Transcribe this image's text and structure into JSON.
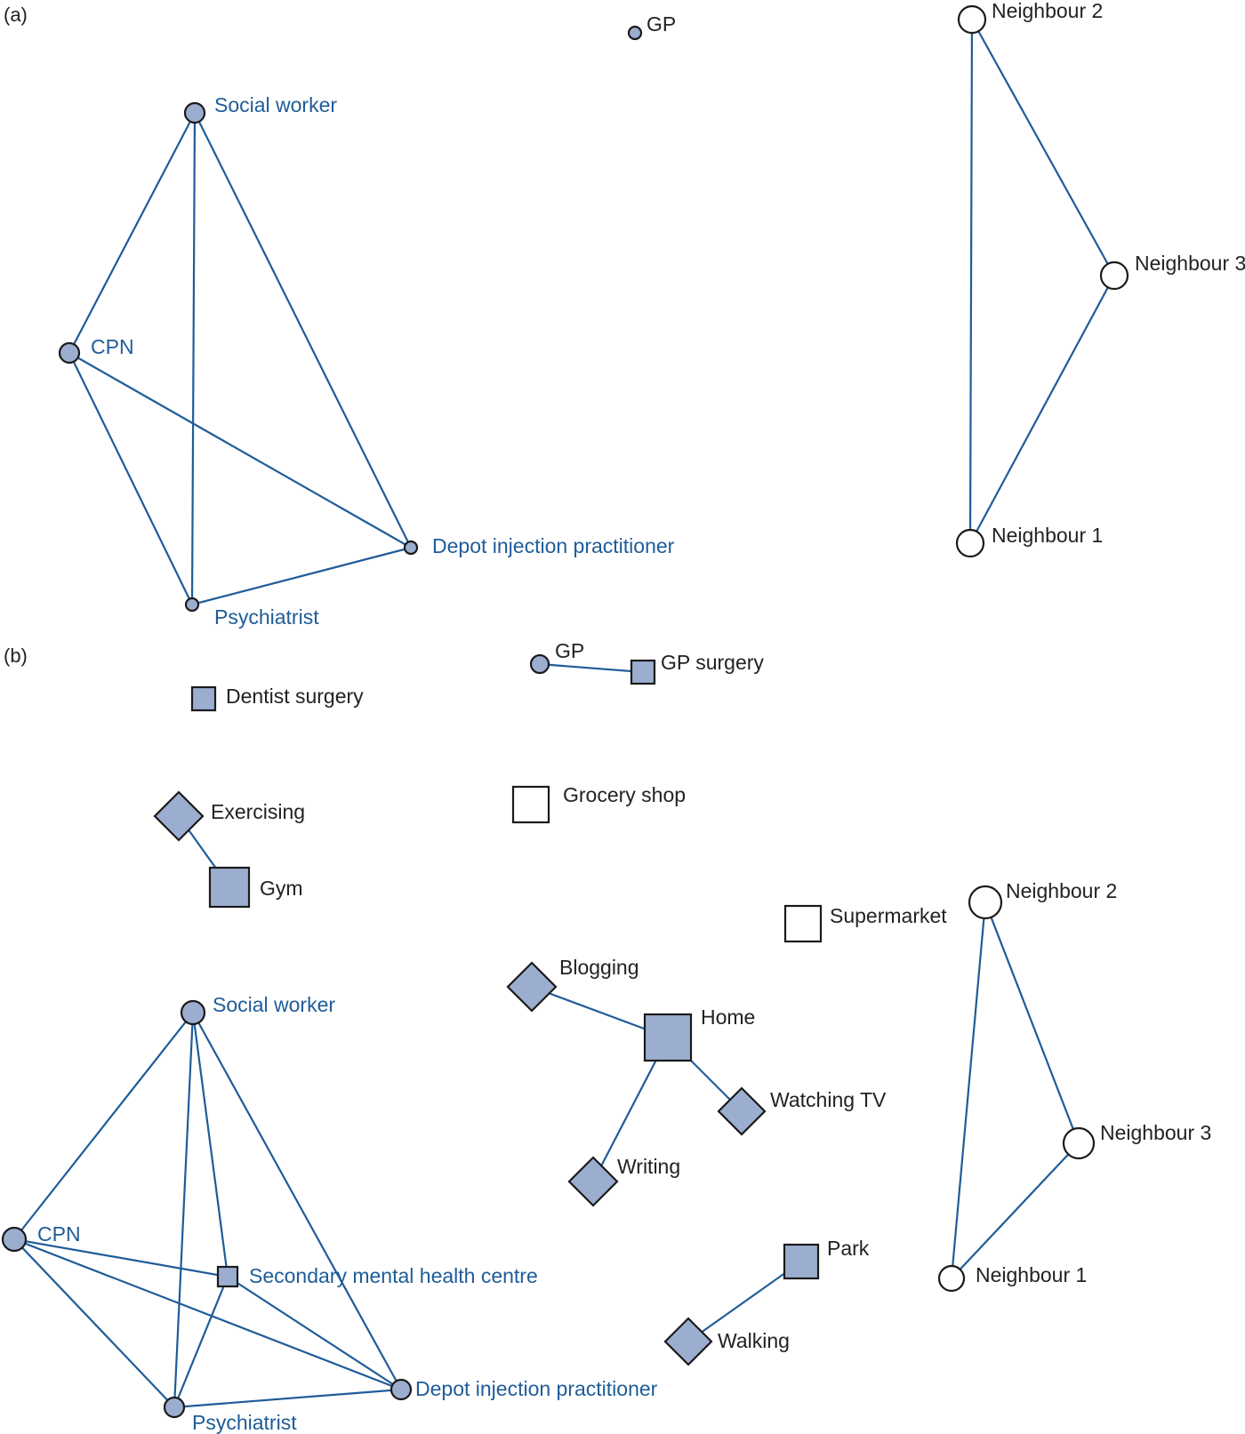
{
  "panels": [
    {
      "key": "a",
      "label": "(a)",
      "nodes": [
        {
          "id": "gp",
          "label": "GP",
          "shape": "circle",
          "fill": "blue",
          "text": "black"
        },
        {
          "id": "social_worker",
          "label": "Social worker",
          "shape": "circle",
          "fill": "blue",
          "text": "blue"
        },
        {
          "id": "cpn",
          "label": "CPN",
          "shape": "circle",
          "fill": "blue",
          "text": "blue"
        },
        {
          "id": "depot",
          "label": "Depot injection practitioner",
          "shape": "circle",
          "fill": "blue",
          "text": "blue"
        },
        {
          "id": "psychiatrist",
          "label": "Psychiatrist",
          "shape": "circle",
          "fill": "blue",
          "text": "blue"
        },
        {
          "id": "neighbour2",
          "label": "Neighbour 2",
          "shape": "circle",
          "fill": "white",
          "text": "black"
        },
        {
          "id": "neighbour3",
          "label": "Neighbour 3",
          "shape": "circle",
          "fill": "white",
          "text": "black"
        },
        {
          "id": "neighbour1",
          "label": "Neighbour 1",
          "shape": "circle",
          "fill": "white",
          "text": "black"
        }
      ],
      "edges": [
        [
          "social_worker",
          "cpn"
        ],
        [
          "social_worker",
          "psychiatrist"
        ],
        [
          "social_worker",
          "depot"
        ],
        [
          "cpn",
          "depot"
        ],
        [
          "cpn",
          "psychiatrist"
        ],
        [
          "psychiatrist",
          "depot"
        ],
        [
          "neighbour2",
          "neighbour3"
        ],
        [
          "neighbour2",
          "neighbour1"
        ],
        [
          "neighbour3",
          "neighbour1"
        ]
      ]
    },
    {
      "key": "b",
      "label": "(b)",
      "nodes": [
        {
          "id": "gp",
          "label": "GP",
          "shape": "circle",
          "fill": "blue",
          "text": "black"
        },
        {
          "id": "gp_surgery",
          "label": "GP surgery",
          "shape": "square",
          "fill": "blue",
          "text": "black"
        },
        {
          "id": "dentist",
          "label": "Dentist surgery",
          "shape": "square",
          "fill": "blue",
          "text": "black"
        },
        {
          "id": "grocery",
          "label": "Grocery shop",
          "shape": "square",
          "fill": "white",
          "text": "black"
        },
        {
          "id": "exercising",
          "label": "Exercising",
          "shape": "diamond",
          "fill": "blue",
          "text": "black"
        },
        {
          "id": "gym",
          "label": "Gym",
          "shape": "square",
          "fill": "blue",
          "text": "black"
        },
        {
          "id": "supermarket",
          "label": "Supermarket",
          "shape": "square",
          "fill": "white",
          "text": "black"
        },
        {
          "id": "neighbour2",
          "label": "Neighbour 2",
          "shape": "circle",
          "fill": "white",
          "text": "black"
        },
        {
          "id": "neighbour3",
          "label": "Neighbour 3",
          "shape": "circle",
          "fill": "white",
          "text": "black"
        },
        {
          "id": "neighbour1",
          "label": "Neighbour 1",
          "shape": "circle",
          "fill": "white",
          "text": "black"
        },
        {
          "id": "blogging",
          "label": "Blogging",
          "shape": "diamond",
          "fill": "blue",
          "text": "black"
        },
        {
          "id": "home",
          "label": "Home",
          "shape": "square",
          "fill": "blue",
          "text": "black"
        },
        {
          "id": "watching_tv",
          "label": "Watching TV",
          "shape": "diamond",
          "fill": "blue",
          "text": "black"
        },
        {
          "id": "writing",
          "label": "Writing",
          "shape": "diamond",
          "fill": "blue",
          "text": "black"
        },
        {
          "id": "park",
          "label": "Park",
          "shape": "square",
          "fill": "blue",
          "text": "black"
        },
        {
          "id": "walking",
          "label": "Walking",
          "shape": "diamond",
          "fill": "blue",
          "text": "black"
        },
        {
          "id": "social_worker",
          "label": "Social worker",
          "shape": "circle",
          "fill": "blue",
          "text": "blue"
        },
        {
          "id": "cpn",
          "label": "CPN",
          "shape": "circle",
          "fill": "blue",
          "text": "blue"
        },
        {
          "id": "smhc",
          "label": "Secondary mental health centre",
          "shape": "square",
          "fill": "blue",
          "text": "blue"
        },
        {
          "id": "depot",
          "label": "Depot injection practitioner",
          "shape": "circle",
          "fill": "blue",
          "text": "blue"
        },
        {
          "id": "psychiatrist",
          "label": "Psychiatrist",
          "shape": "circle",
          "fill": "blue",
          "text": "blue"
        }
      ],
      "edges": [
        [
          "gp",
          "gp_surgery"
        ],
        [
          "exercising",
          "gym"
        ],
        [
          "blogging",
          "home"
        ],
        [
          "home",
          "watching_tv"
        ],
        [
          "home",
          "writing"
        ],
        [
          "park",
          "walking"
        ],
        [
          "neighbour2",
          "neighbour3"
        ],
        [
          "neighbour2",
          "neighbour1"
        ],
        [
          "neighbour3",
          "neighbour1"
        ],
        [
          "social_worker",
          "cpn"
        ],
        [
          "social_worker",
          "smhc"
        ],
        [
          "social_worker",
          "psychiatrist"
        ],
        [
          "social_worker",
          "depot"
        ],
        [
          "cpn",
          "smhc"
        ],
        [
          "cpn",
          "psychiatrist"
        ],
        [
          "cpn",
          "depot"
        ],
        [
          "smhc",
          "psychiatrist"
        ],
        [
          "smhc",
          "depot"
        ],
        [
          "psychiatrist",
          "depot"
        ]
      ]
    }
  ],
  "colors": {
    "edge": "#1f5c99",
    "node_fill_blue": "#9caed0",
    "node_fill_white": "#ffffff",
    "label_blue": "#1f5c99",
    "label_black": "#222222"
  }
}
